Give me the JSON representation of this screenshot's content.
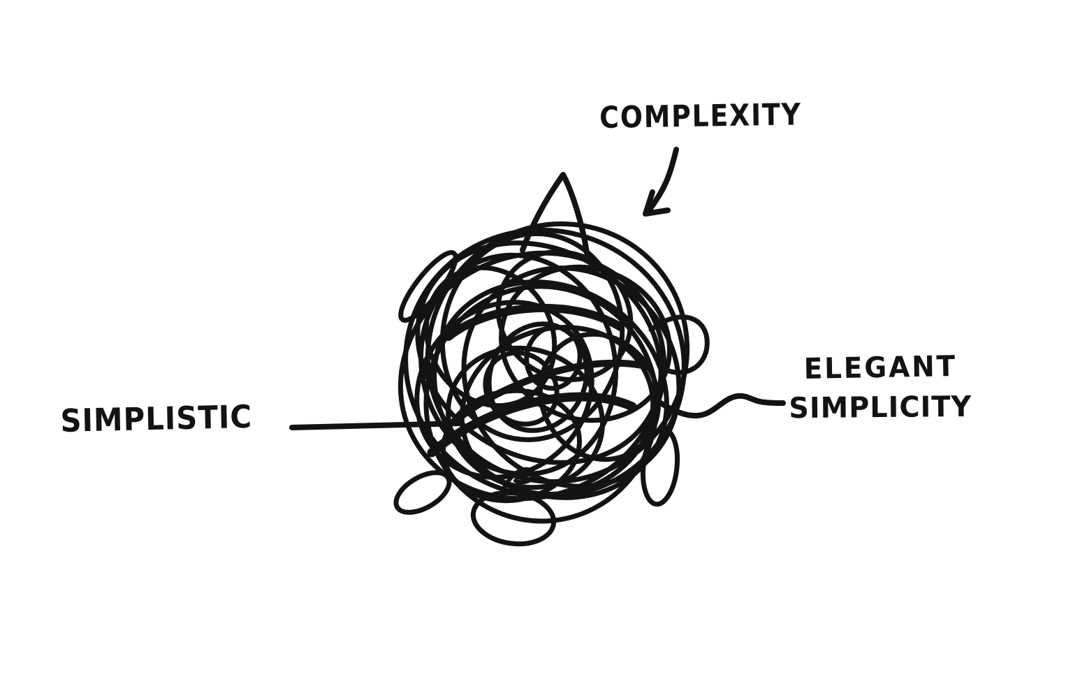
{
  "canvas": {
    "background": "#ffffff",
    "ink": "#131313"
  },
  "labels": {
    "top": "COMPLEXITY",
    "left": "SIMPLISTIC",
    "right_line1": "ELEGANT",
    "right_line2": "SIMPLICITY"
  },
  "drawing": {
    "description": "hand-drawn tangled scribble ball",
    "icons": {
      "arrow": "curved-arrow-down-left"
    }
  }
}
